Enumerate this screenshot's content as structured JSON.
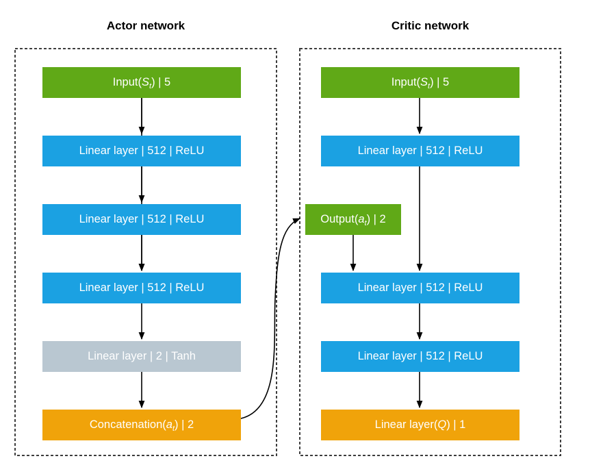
{
  "titles": {
    "actor": "Actor network",
    "critic": "Critic network"
  },
  "colors": {
    "input_green": "#60a917",
    "hidden_blue": "#1ba1e2",
    "tanh_gray": "#b9c7d1",
    "output_orange": "#f0a30a",
    "output_green": "#60a917",
    "arrow_black": "#000000",
    "frame_dash_gray": "#3d3d3d",
    "text_white": "#ffffff"
  },
  "actor": {
    "input": {
      "pre": "Input(",
      "var": "S",
      "sub": "t",
      "post": ") | 5"
    },
    "linear1": {
      "pre": "Linear layer | 512 | ReLU"
    },
    "linear2": {
      "pre": "Linear layer | 512 | ReLU"
    },
    "linear3": {
      "pre": "Linear layer | 512 | ReLU"
    },
    "tanh": {
      "pre": "Linear layer | 2 | Tanh"
    },
    "concat": {
      "pre": "Concatenation(",
      "var": "a",
      "sub": "t",
      "post": ") | 2"
    }
  },
  "critic": {
    "input": {
      "pre": "Input(",
      "var": "S",
      "sub": "t",
      "post": ") | 5"
    },
    "linear1": {
      "pre": "Linear layer | 512 | ReLU"
    },
    "output": {
      "pre": "Output(",
      "var": "a",
      "sub": "t",
      "post": ") | 2"
    },
    "linear2": {
      "pre": "Linear layer | 512 | ReLU"
    },
    "linear3": {
      "pre": "Linear layer | 512 | ReLU"
    },
    "q": {
      "pre": "Linear layer(",
      "var": "Q",
      "post": ") | 1"
    }
  }
}
